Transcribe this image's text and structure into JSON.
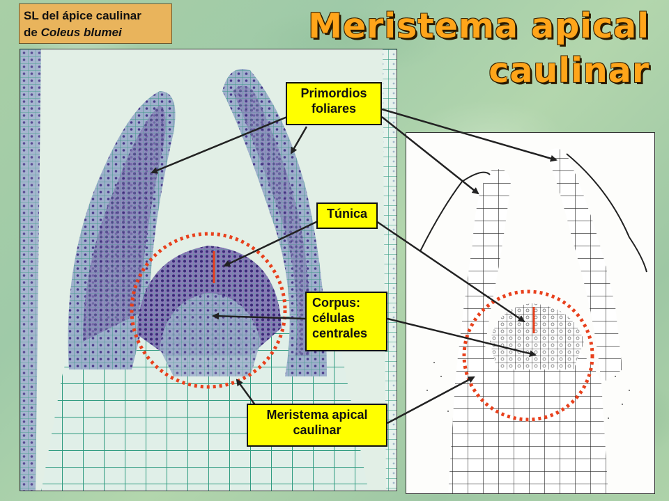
{
  "caption": {
    "line1": "SL del ápice caulinar",
    "line2_prefix": "de ",
    "line2_species": "Coleus blumei"
  },
  "title": {
    "line1": "Meristema apical",
    "line2": "caulinar"
  },
  "labels": {
    "primordios": [
      "Primordios",
      "foliares"
    ],
    "tunica": [
      "Túnica"
    ],
    "corpus": [
      "Corpus:",
      "células",
      "centrales"
    ],
    "meristema": [
      "Meristema apical",
      "caulinar"
    ]
  },
  "colors": {
    "label_bg": "#ffff00",
    "title": "#ffa51a",
    "caption_bg": "#e9b45c",
    "dotted_circle": "#e8401c",
    "arrow": "#222222"
  }
}
